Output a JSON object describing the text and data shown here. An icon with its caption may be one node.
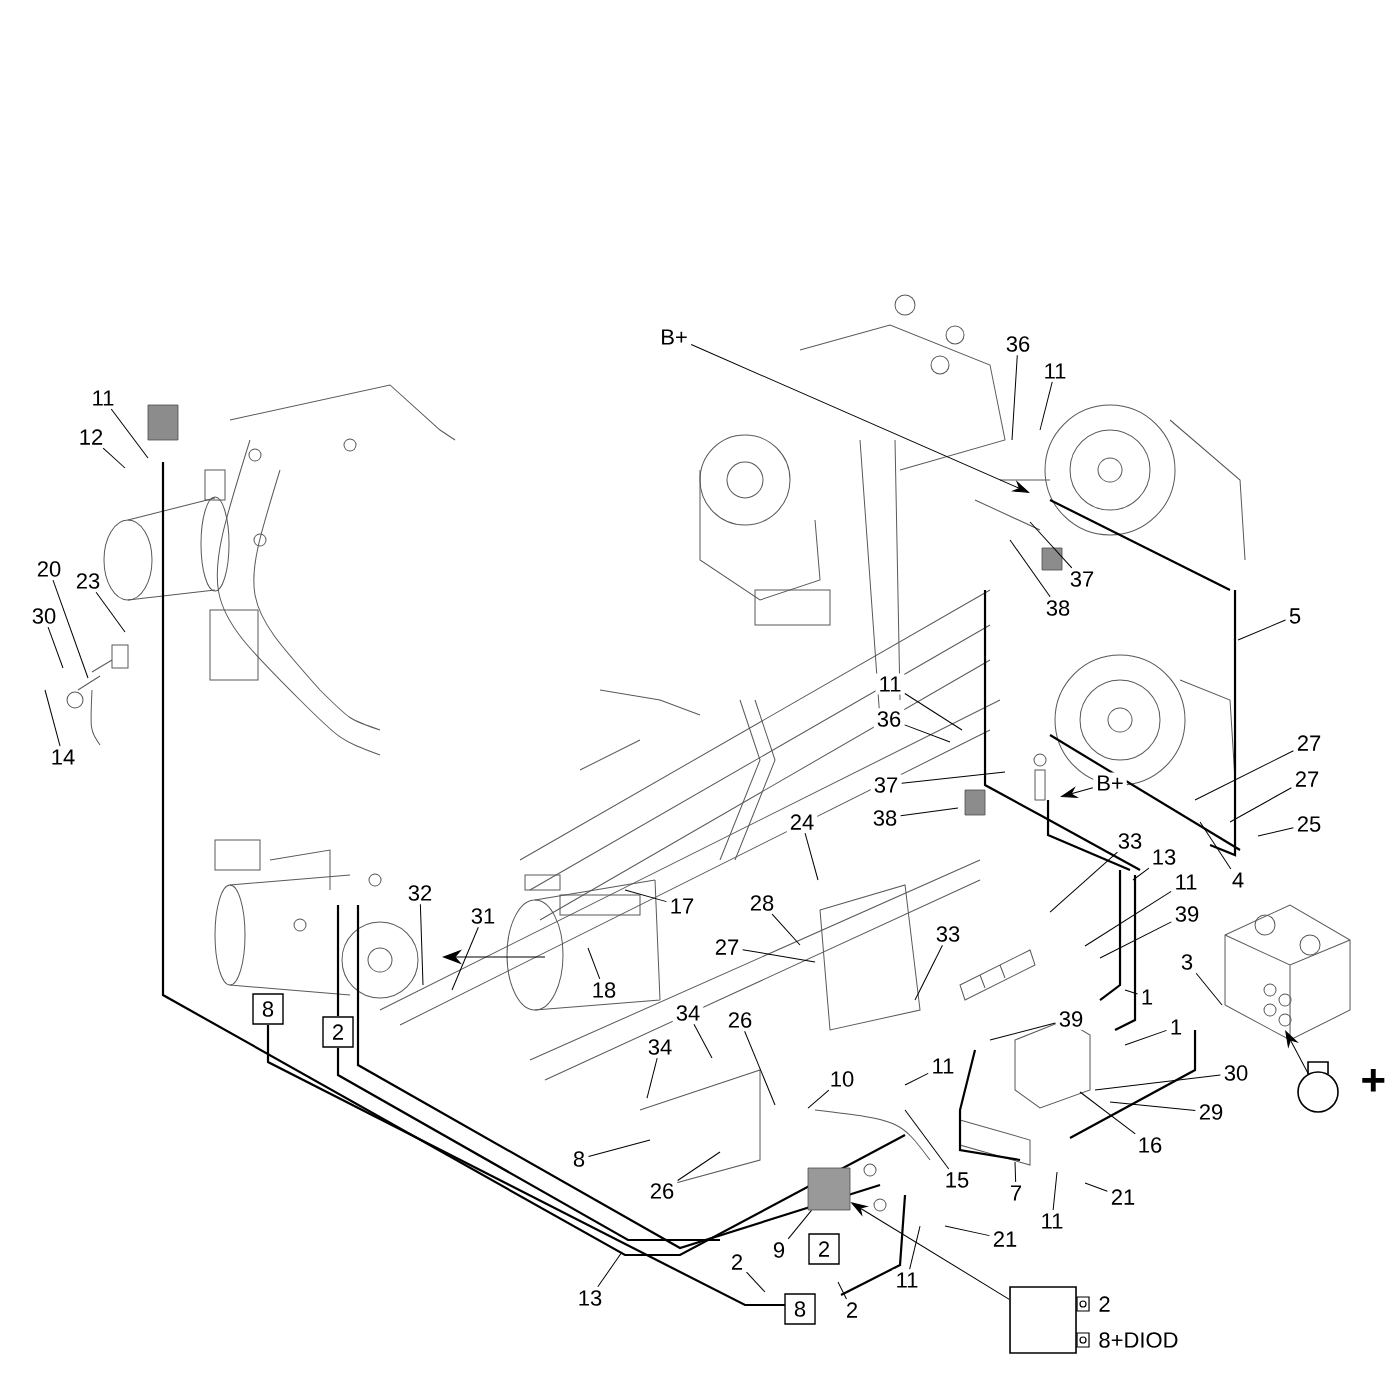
{
  "diagram": {
    "nodes": [
      {
        "text": [
          "11"
        ]
      },
      {
        "text": [
          "12"
        ]
      },
      {
        "text": [
          "20"
        ]
      },
      {
        "text": [
          "23"
        ]
      },
      {
        "text": [
          "30"
        ]
      },
      {
        "text": [
          "14"
        ]
      },
      {
        "text": [
          "B+"
        ]
      },
      {
        "text": [
          "36"
        ]
      },
      {
        "text": [
          "11"
        ]
      },
      {
        "text": [
          "37"
        ]
      },
      {
        "text": [
          "38"
        ]
      },
      {
        "text": [
          "5"
        ]
      },
      {
        "text": [
          "11"
        ]
      },
      {
        "text": [
          "36"
        ]
      },
      {
        "text": [
          "27"
        ]
      },
      {
        "text": [
          "27"
        ]
      },
      {
        "text": [
          "37"
        ]
      },
      {
        "text": [
          "B+"
        ]
      },
      {
        "text": [
          "38"
        ]
      },
      {
        "text": [
          "25"
        ]
      },
      {
        "text": [
          "24"
        ]
      },
      {
        "text": [
          "33"
        ]
      },
      {
        "text": [
          "13"
        ]
      },
      {
        "text": [
          "4"
        ]
      },
      {
        "text": [
          "11"
        ]
      },
      {
        "text": [
          "32"
        ]
      },
      {
        "text": [
          "31"
        ]
      },
      {
        "text": [
          "17"
        ]
      },
      {
        "text": [
          "28"
        ]
      },
      {
        "text": [
          "39"
        ]
      },
      {
        "text": [
          "33"
        ]
      },
      {
        "text": [
          "27"
        ]
      },
      {
        "text": [
          "3"
        ]
      },
      {
        "text": [
          "18"
        ]
      },
      {
        "text": [
          "1"
        ]
      },
      {
        "text": [
          "1"
        ]
      },
      {
        "text": [
          "34"
        ]
      },
      {
        "text": [
          "26"
        ]
      },
      {
        "text": [
          "39"
        ]
      },
      {
        "text": [
          "34"
        ]
      },
      {
        "text": [
          "11"
        ]
      },
      {
        "text": [
          "30"
        ]
      },
      {
        "text": [
          "10"
        ]
      },
      {
        "text": [
          "29"
        ]
      },
      {
        "text": [
          "8"
        ]
      },
      {
        "text": [
          "16"
        ]
      },
      {
        "text": [
          "15"
        ]
      },
      {
        "text": [
          "26"
        ]
      },
      {
        "text": [
          "7"
        ]
      },
      {
        "text": [
          "11"
        ]
      },
      {
        "text": [
          "21"
        ]
      },
      {
        "text": [
          "9"
        ]
      },
      {
        "text": [
          "21"
        ]
      },
      {
        "text": [
          "13"
        ]
      },
      {
        "text": [
          "11"
        ]
      },
      {
        "text": [
          "2"
        ]
      },
      {
        "text": [
          "2"
        ]
      },
      {
        "text": [
          "8"
        ]
      },
      {
        "text": [
          "2"
        ]
      },
      {
        "text": [
          "2"
        ]
      },
      {
        "text": [
          "8"
        ]
      },
      {
        "text": [],
        "shape": "box",
        "beside": [
          "2",
          "8+DIOD"
        ]
      },
      {
        "text": [],
        "shape": "circle",
        "beside": [
          "+"
        ]
      },
      {
        "text": [],
        "shape": "cube"
      }
    ],
    "edges": [
      {
        "from": 0,
        "to": null,
        "arrow": "none"
      },
      {
        "from": 1,
        "to": null,
        "arrow": "none"
      },
      {
        "from": 2,
        "to": null,
        "arrow": "none"
      },
      {
        "from": 3,
        "to": null,
        "arrow": "none"
      },
      {
        "from": 4,
        "to": null,
        "arrow": "none"
      },
      {
        "from": 5,
        "to": null,
        "arrow": "none"
      },
      {
        "from": 6,
        "to": null,
        "arrow": "to"
      },
      {
        "from": 7,
        "to": null,
        "arrow": "none"
      },
      {
        "from": 8,
        "to": null,
        "arrow": "none"
      },
      {
        "from": 9,
        "to": null,
        "arrow": "none"
      },
      {
        "from": 10,
        "to": null,
        "arrow": "none"
      },
      {
        "from": 11,
        "to": null,
        "arrow": "none"
      },
      {
        "from": 12,
        "to": null,
        "arrow": "none"
      },
      {
        "from": 13,
        "to": null,
        "arrow": "none"
      },
      {
        "from": 14,
        "to": null,
        "arrow": "none"
      },
      {
        "from": 15,
        "to": null,
        "arrow": "none"
      },
      {
        "from": 16,
        "to": null,
        "arrow": "none"
      },
      {
        "from": 17,
        "to": null,
        "arrow": "to"
      },
      {
        "from": 18,
        "to": null,
        "arrow": "none"
      },
      {
        "from": 19,
        "to": null,
        "arrow": "none"
      },
      {
        "from": 20,
        "to": null,
        "arrow": "none"
      },
      {
        "from": 21,
        "to": null,
        "arrow": "none"
      },
      {
        "from": 22,
        "to": null,
        "arrow": "none"
      },
      {
        "from": 23,
        "to": null,
        "arrow": "none"
      },
      {
        "from": 24,
        "to": null,
        "arrow": "none"
      },
      {
        "from": 25,
        "to": null,
        "arrow": "none"
      },
      {
        "from": 26,
        "to": null,
        "arrow": "none"
      },
      {
        "from": 27,
        "to": null,
        "arrow": "none"
      },
      {
        "from": 28,
        "to": null,
        "arrow": "none"
      },
      {
        "from": 29,
        "to": null,
        "arrow": "none"
      },
      {
        "from": 30,
        "to": null,
        "arrow": "none"
      },
      {
        "from": 31,
        "to": null,
        "arrow": "none"
      },
      {
        "from": 32,
        "to": null,
        "arrow": "none"
      },
      {
        "from": 33,
        "to": null,
        "arrow": "none"
      },
      {
        "from": 34,
        "to": null,
        "arrow": "none"
      },
      {
        "from": 35,
        "to": null,
        "arrow": "none"
      },
      {
        "from": 36,
        "to": null,
        "arrow": "none"
      },
      {
        "from": 37,
        "to": null,
        "arrow": "none"
      },
      {
        "from": 38,
        "to": null,
        "arrow": "none"
      },
      {
        "from": 39,
        "to": null,
        "arrow": "none"
      },
      {
        "from": 40,
        "to": null,
        "arrow": "none"
      },
      {
        "from": 41,
        "to": null,
        "arrow": "none"
      },
      {
        "from": 42,
        "to": null,
        "arrow": "none"
      },
      {
        "from": 43,
        "to": null,
        "arrow": "none"
      },
      {
        "from": 44,
        "to": null,
        "arrow": "none"
      },
      {
        "from": 45,
        "to": null,
        "arrow": "none"
      },
      {
        "from": 46,
        "to": null,
        "arrow": "none"
      },
      {
        "from": 47,
        "to": null,
        "arrow": "none"
      },
      {
        "from": 48,
        "to": null,
        "arrow": "none"
      },
      {
        "from": 49,
        "to": null,
        "arrow": "none"
      },
      {
        "from": 50,
        "to": null,
        "arrow": "none"
      },
      {
        "from": 51,
        "to": 63,
        "arrow": "none"
      },
      {
        "from": 52,
        "to": null,
        "arrow": "none"
      },
      {
        "from": 53,
        "to": null,
        "arrow": "none"
      },
      {
        "from": 54,
        "to": null,
        "arrow": "none"
      },
      {
        "from": 55,
        "to": null,
        "arrow": "none"
      },
      {
        "from": 56,
        "to": null,
        "arrow": "none"
      },
      {
        "from": 61,
        "to": 63,
        "arrow": "to"
      },
      {
        "from": 62,
        "to": null,
        "arrow": "to"
      }
    ]
  }
}
